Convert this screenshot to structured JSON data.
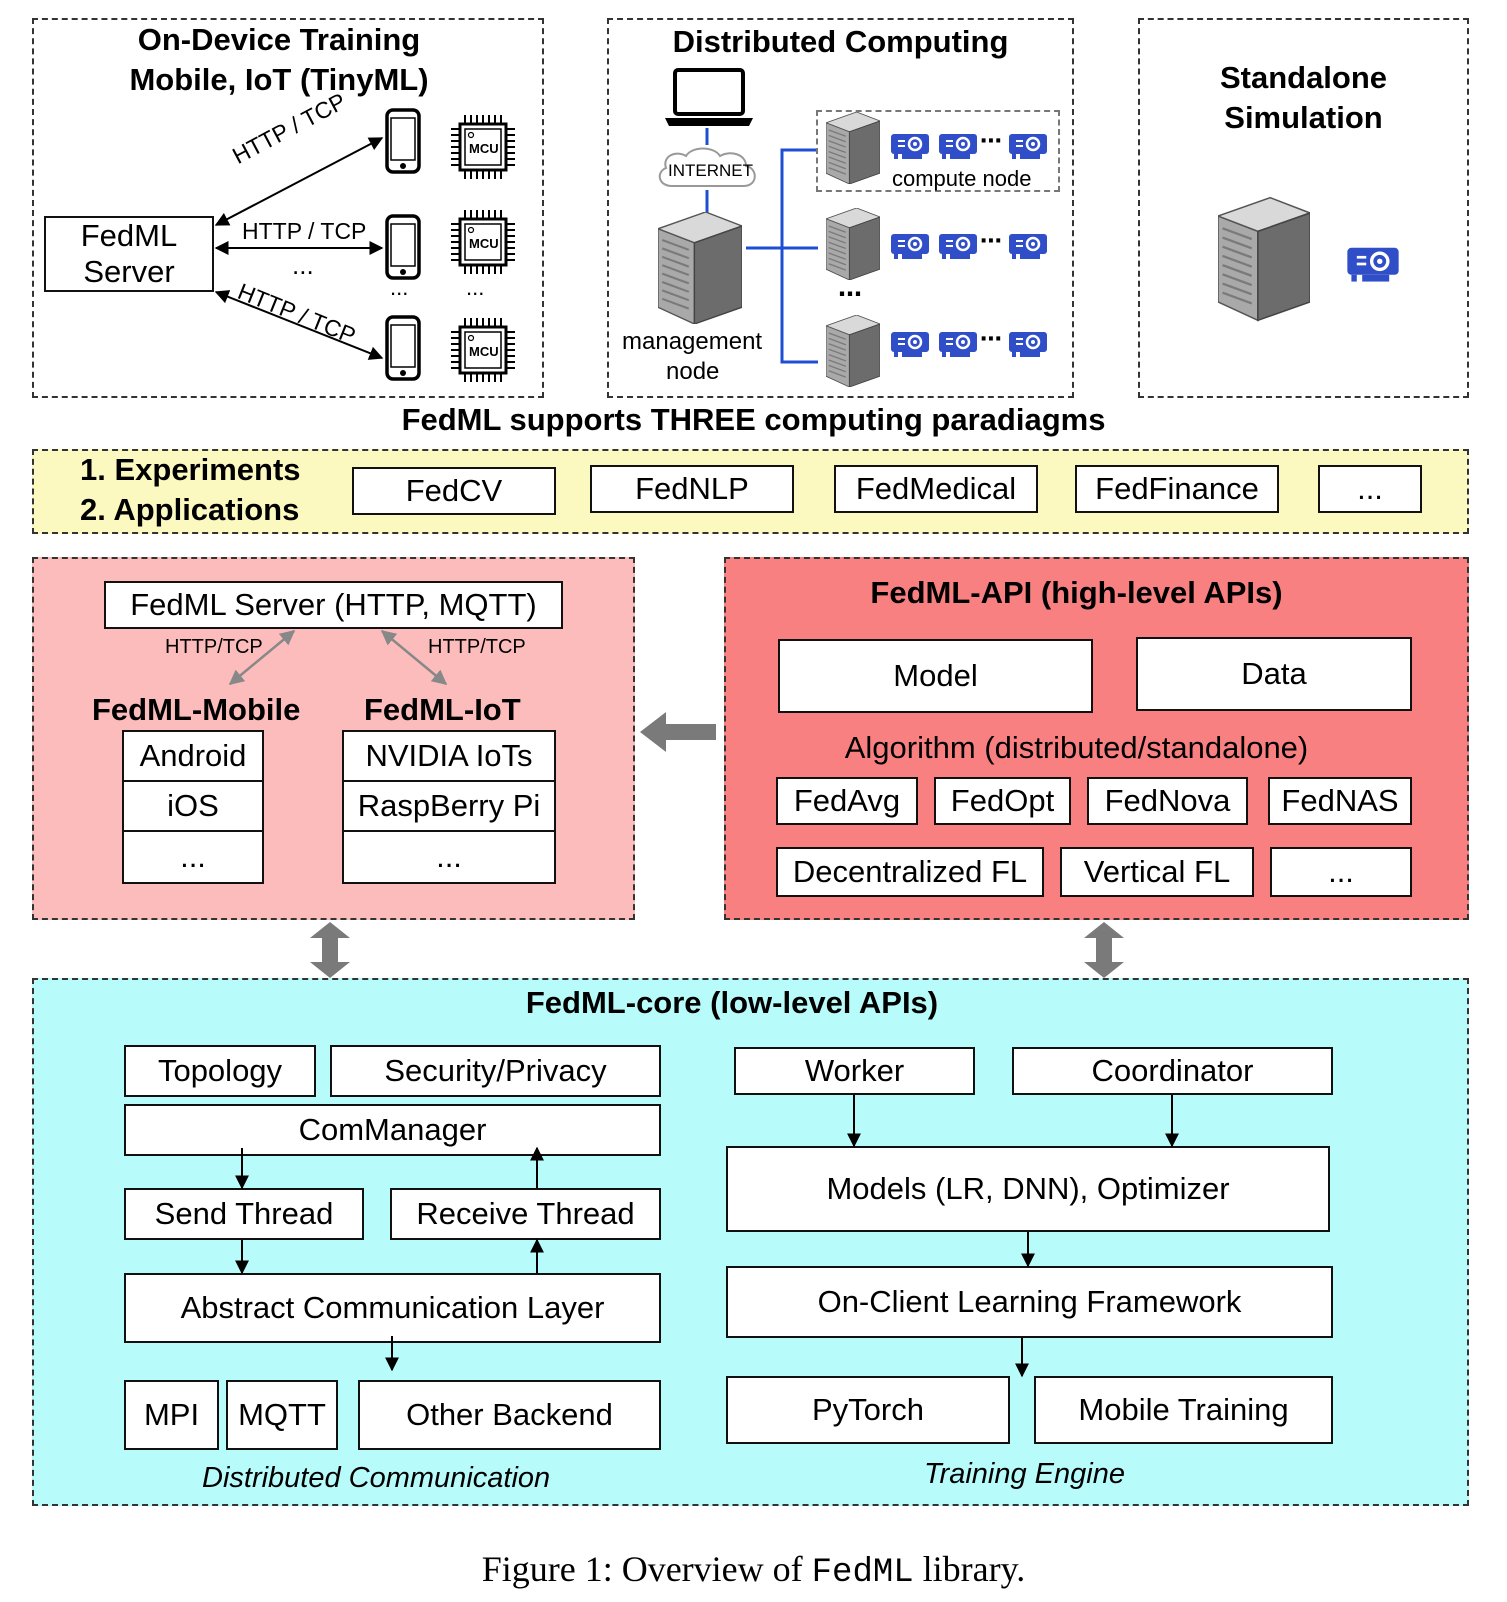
{
  "panels": {
    "on_device": {
      "title_line1": "On-Device Training",
      "title_line2": "Mobile, IoT (TinyML)",
      "server_line1": "FedML",
      "server_line2": "Server",
      "link_top": "HTTP / TCP",
      "link_mid": "HTTP / TCP",
      "link_bot": "HTTP / TCP",
      "ellipsis": "...",
      "chip_label": "MCU"
    },
    "distributed": {
      "title": "Distributed Computing",
      "internet": "INTERNET",
      "compute_node": "compute node",
      "management_node_line1": "management",
      "management_node_line2": "node"
    },
    "standalone": {
      "title_line1": "Standalone",
      "title_line2": "Simulation"
    }
  },
  "paradigms_heading": "FedML supports THREE computing paradiagms",
  "experiments": {
    "line1": "1. Experiments",
    "line2": "2. Applications",
    "items": [
      "FedCV",
      "FedNLP",
      "FedMedical",
      "FedFinance",
      "..."
    ]
  },
  "mobile_iot": {
    "server": "FedML Server (HTTP, MQTT)",
    "link_left": "HTTP/TCP",
    "link_right": "HTTP/TCP",
    "mobile_title": "FedML-Mobile",
    "mobile_items": [
      "Android",
      "iOS",
      "..."
    ],
    "iot_title": "FedML-IoT",
    "iot_items": [
      "NVIDIA IoTs",
      "RaspBerry Pi",
      "..."
    ]
  },
  "api": {
    "title": "FedML-API (high-level APIs)",
    "model": "Model",
    "data": "Data",
    "algorithm": "Algorithm (distributed/standalone)",
    "algos_row1": [
      "FedAvg",
      "FedOpt",
      "FedNova",
      "FedNAS"
    ],
    "algos_row2": [
      "Decentralized FL",
      "Vertical FL",
      "..."
    ]
  },
  "core": {
    "title": "FedML-core (low-level APIs)",
    "topology": "Topology",
    "security": "Security/Privacy",
    "commanager": "ComManager",
    "send_thread": "Send Thread",
    "receive_thread": "Receive Thread",
    "acl": "Abstract Communication Layer",
    "mpi": "MPI",
    "mqtt": "MQTT",
    "other_backend": "Other Backend",
    "dist_comm_caption": "Distributed Communication",
    "worker": "Worker",
    "coordinator": "Coordinator",
    "models": "Models (LR, DNN), Optimizer",
    "on_client": "On-Client Learning Framework",
    "pytorch": "PyTorch",
    "mobile_training": "Mobile Training",
    "training_engine_caption": "Training Engine"
  },
  "figure_caption_prefix": "Figure 1: Overview of ",
  "figure_caption_code": "FedML",
  "figure_caption_suffix": " library.",
  "colors": {
    "yellow_bg": "#fbf8c0",
    "pink_bg": "#fdbcbc",
    "red_bg": "#f98080",
    "cyan_bg": "#b8fbfb",
    "blue_line": "#1f4fd1",
    "gpu_blue": "#2f4ec8",
    "grey_arrow": "#7a7a7a"
  }
}
